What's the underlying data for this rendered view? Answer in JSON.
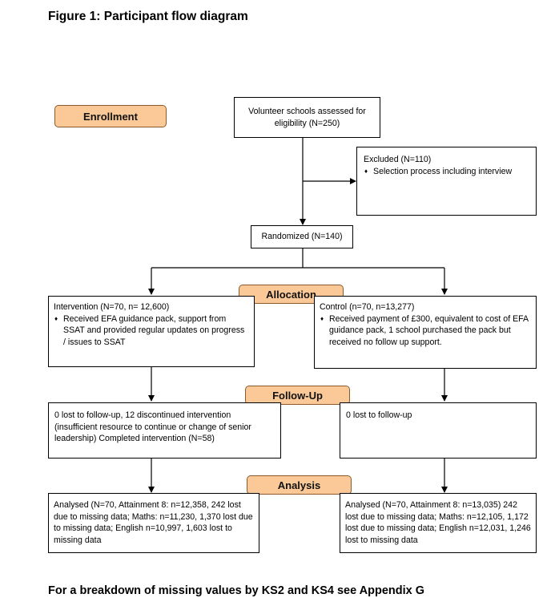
{
  "figure_title": "Figure 1: Participant flow diagram",
  "footer_note": "For a breakdown of missing values by KS2 and KS4 see Appendix G",
  "stages": {
    "enrollment": "Enrollment",
    "allocation": "Allocation",
    "follow_up": "Follow-Up",
    "analysis": "Analysis"
  },
  "assessed": {
    "text": "Volunteer schools assessed for eligibility (N=250)"
  },
  "excluded": {
    "heading": "Excluded (N=110)",
    "bullets": [
      "Selection process including interview"
    ]
  },
  "randomized": {
    "text": "Randomized (N=140)"
  },
  "intervention": {
    "heading": "Intervention (N=70, n= 12,600)",
    "bullets": [
      "Received EFA guidance pack, support from SSAT and provided regular updates on progress / issues to SSAT"
    ]
  },
  "control": {
    "heading": "Control (n=70, n=13,277)",
    "bullets": [
      "Received payment of £300, equivalent to cost of EFA guidance pack, 1 school purchased the pack but received no follow up support."
    ]
  },
  "followup_intervention": {
    "text": "0 lost to follow-up, 12 discontinued intervention (insufficient resource to continue or change of senior leadership) Completed intervention (N=58)"
  },
  "followup_control": {
    "text": "0 lost to follow-up"
  },
  "analysis_intervention": {
    "text": "Analysed (N=70, Attainment 8: n=12,358, 242 lost due to missing data; Maths: n=11,230, 1,370 lost due to missing data; English n=10,997, 1,603 lost to missing data"
  },
  "analysis_control": {
    "text": "Analysed (N=70, Attainment 8: n=13,035) 242 lost due to missing data; Maths: n=12,105, 1,172 lost due to missing data; English n=12,031, 1,246 lost to missing data"
  }
}
